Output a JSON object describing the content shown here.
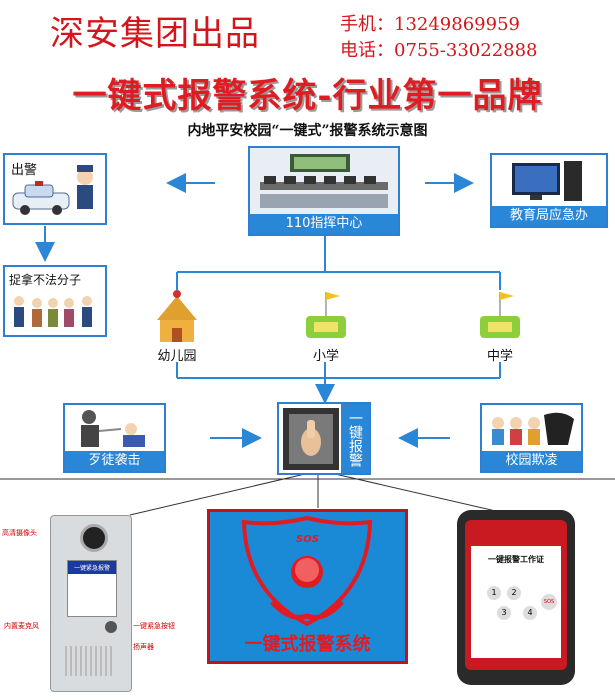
{
  "header": {
    "brand": "深安集团出品",
    "phone": "手机：13249869959",
    "tel": "电话：0755-33022888",
    "slogan": "一键式报警系统-行业第一品牌"
  },
  "diagram": {
    "title": "内地平安校园“一键式”报警系统示意图",
    "nodes": {
      "police_dispatch": "出警",
      "arrest": "捉拿不法分子",
      "command_center": "110指挥中心",
      "education_office": "教育局应急办",
      "kindergarten": "幼儿园",
      "primary_school": "小学",
      "middle_school": "中学",
      "gangster_attack": "歹徒袭击",
      "alarm_device": "一键报警",
      "campus_bullying": "校园欺凌"
    }
  },
  "products": {
    "panel": {
      "camera_label": "高清摄像头",
      "button_sticker": "一键紧急报警",
      "mic_label": "内置麦克风",
      "button_label": "一键紧急按钮",
      "speaker_label": "扬声器"
    },
    "sos_box": {
      "sos_text": "SOS",
      "caption": "一键式报警系统"
    },
    "phone": {
      "title": "一键报警工作证",
      "keys": [
        "1",
        "2",
        "3",
        "4"
      ],
      "sos_key": "SOS"
    }
  },
  "colors": {
    "brand_red": "#d4161c",
    "accent_blue": "#2a86d6"
  }
}
